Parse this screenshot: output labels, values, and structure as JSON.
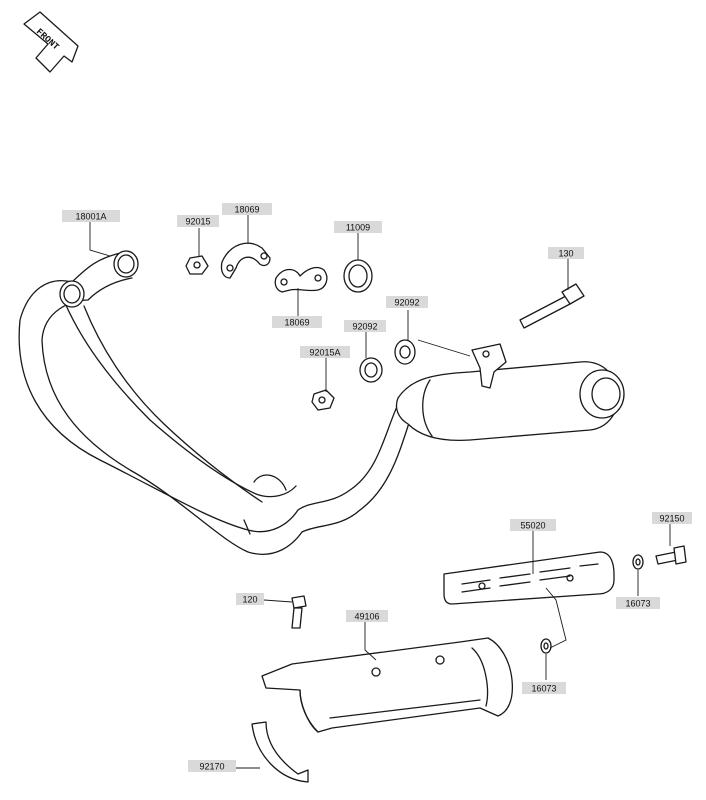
{
  "orientation": {
    "label": "FRONT",
    "icon": "front-arrow-icon"
  },
  "callouts": [
    {
      "id": "c-18001A",
      "text": "18001A"
    },
    {
      "id": "c-92015",
      "text": "92015"
    },
    {
      "id": "c-18069-a",
      "text": "18069"
    },
    {
      "id": "c-18069-b",
      "text": "18069"
    },
    {
      "id": "c-11009",
      "text": "11009"
    },
    {
      "id": "c-92092-a",
      "text": "92092"
    },
    {
      "id": "c-92092-b",
      "text": "92092"
    },
    {
      "id": "c-92015A",
      "text": "92015A"
    },
    {
      "id": "c-130",
      "text": "130"
    },
    {
      "id": "c-55020",
      "text": "55020"
    },
    {
      "id": "c-92150",
      "text": "92150"
    },
    {
      "id": "c-16073-a",
      "text": "16073"
    },
    {
      "id": "c-120",
      "text": "120"
    },
    {
      "id": "c-49106",
      "text": "49106"
    },
    {
      "id": "c-16073-b",
      "text": "16073"
    },
    {
      "id": "c-92170",
      "text": "92170"
    }
  ],
  "colors": {
    "line": "#1a1a1a",
    "label_box": "#d9d9d9",
    "background": "#ffffff"
  }
}
